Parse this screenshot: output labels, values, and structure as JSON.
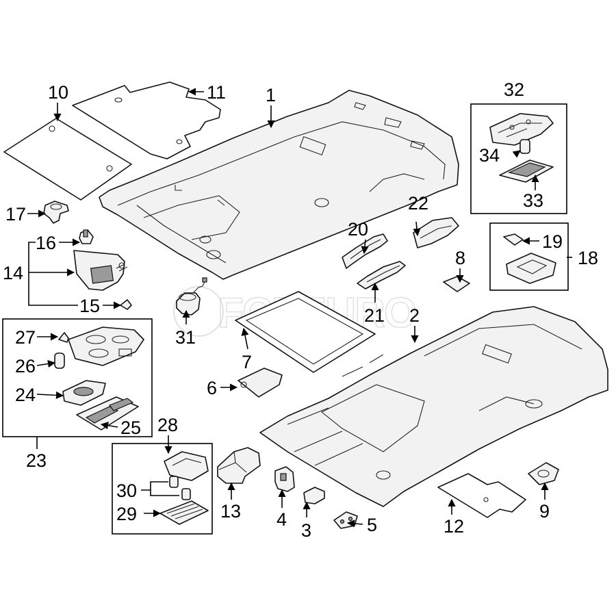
{
  "watermark": "FCPEURO",
  "callouts": {
    "c1": "1",
    "c2": "2",
    "c3": "3",
    "c4": "4",
    "c5": "5",
    "c6": "6",
    "c7": "7",
    "c8": "8",
    "c9": "9",
    "c10": "10",
    "c11": "11",
    "c12": "12",
    "c13": "13",
    "c14": "14",
    "c15": "15",
    "c16": "16",
    "c17": "17",
    "c18": "18",
    "c19": "19",
    "c20": "20",
    "c21": "21",
    "c22": "22",
    "c23": "23",
    "c24": "24",
    "c25": "25",
    "c26": "26",
    "c27": "27",
    "c28": "28",
    "c29": "29",
    "c30": "30",
    "c31": "31",
    "c32": "32",
    "c33": "33",
    "c34": "34"
  }
}
